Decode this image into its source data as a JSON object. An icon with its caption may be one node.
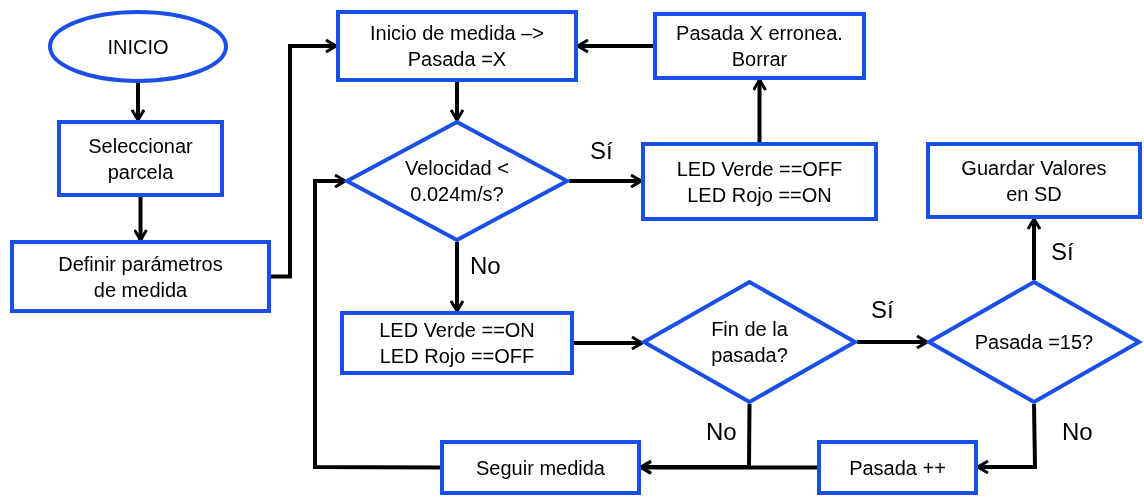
{
  "diagram": {
    "nodes": [
      {
        "text": [
          "INICIO"
        ]
      },
      {
        "text": [
          "Seleccionar parcela"
        ]
      },
      {
        "text": [
          "Definir parámetros de medida"
        ]
      },
      {
        "text": [
          "Inicio de medida –> Pasada =X"
        ]
      },
      {
        "text": [
          "Pasada X erronea. Borrar"
        ]
      },
      {
        "text": [
          "Velocidad < 0.024m/s?"
        ]
      },
      {
        "text": [
          "LED Verde ==OFF LED Rojo ==ON"
        ]
      },
      {
        "text": [
          "Guardar Valores en SD"
        ]
      },
      {
        "text": [
          "LED Verde ==ON LED Rojo ==OFF"
        ]
      },
      {
        "text": [
          "Fin de la pasada?"
        ]
      },
      {
        "text": [
          "Pasada =15?"
        ]
      },
      {
        "text": [
          "Seguir medida"
        ]
      },
      {
        "text": [
          "Pasada ++"
        ]
      }
    ],
    "edges": [
      {
        "from": 0,
        "to": 1,
        "arrow": "to"
      },
      {
        "from": 1,
        "to": 2,
        "arrow": "to"
      },
      {
        "from": 2,
        "to": 3,
        "arrow": "to"
      },
      {
        "from": 3,
        "to": 5,
        "arrow": "to"
      },
      {
        "from": 5,
        "to": 6,
        "arrow": "to",
        "label": "Sí"
      },
      {
        "from": 6,
        "to": 4,
        "arrow": "to"
      },
      {
        "from": 4,
        "to": 3,
        "arrow": "to"
      },
      {
        "from": 5,
        "to": 8,
        "arrow": "to",
        "label": "No"
      },
      {
        "from": 8,
        "to": 9,
        "arrow": "to"
      },
      {
        "from": 9,
        "to": 10,
        "arrow": "to",
        "label": "Sí"
      },
      {
        "from": 10,
        "to": 7,
        "arrow": "to",
        "label": "Sí"
      },
      {
        "from": 10,
        "to": 12,
        "arrow": "to",
        "label": "No"
      },
      {
        "from": 12,
        "to": 11,
        "arrow": "to"
      },
      {
        "from": 9,
        "to": 11,
        "arrow": "to",
        "label": "No"
      },
      {
        "from": 11,
        "to": 5,
        "arrow": "to"
      }
    ]
  }
}
